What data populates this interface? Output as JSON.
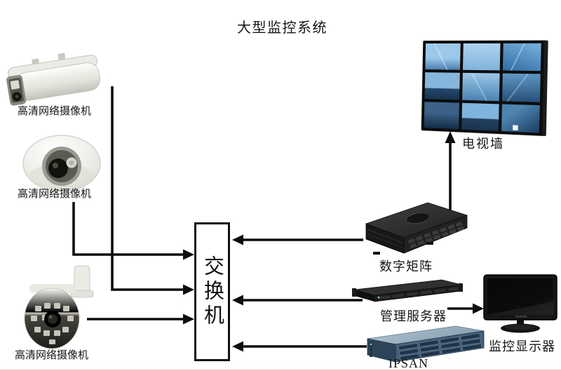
{
  "title": "大型监控系统",
  "colors": {
    "background": "#ffffff",
    "line": "#0d0d0d",
    "switch_border": "#111111",
    "bottom_strip_pink": "#f2c6c4",
    "tv_wall_blue": "#4982b1",
    "ipsan_body_blue": "#46607a"
  },
  "nodes": {
    "camera1": {
      "label": "高清网络摄像机",
      "type": "bullet-camera"
    },
    "camera2": {
      "label": "高清网络摄像机",
      "type": "dome-camera"
    },
    "camera3": {
      "label": "高清网络摄像机",
      "type": "ptz-camera"
    },
    "switch": {
      "label": "交换机"
    },
    "tv_wall": {
      "label": "电视墙",
      "screens_count": 9
    },
    "digital_matrix": {
      "label": "数字矩阵"
    },
    "management_server": {
      "label": "管理服务器"
    },
    "ipsan": {
      "label": "IPSAN"
    },
    "monitor": {
      "label": "监控显示器"
    }
  },
  "connections": [
    {
      "from": "camera1",
      "to": "switch",
      "arrow_into": "switch"
    },
    {
      "from": "camera2",
      "to": "switch",
      "arrow_into": "switch"
    },
    {
      "from": "camera3",
      "to": "switch",
      "arrow_into": "switch"
    },
    {
      "from": "digital_matrix",
      "to": "switch",
      "arrow_into": "switch"
    },
    {
      "from": "digital_matrix",
      "to": "tv_wall",
      "arrow_into": "tv_wall"
    },
    {
      "from": "management_server",
      "to": "switch",
      "arrow_into": "switch"
    },
    {
      "from": "management_server",
      "to": "monitor",
      "arrow_into": "monitor"
    },
    {
      "from": "ipsan",
      "to": "switch",
      "arrow_into": "switch"
    }
  ]
}
